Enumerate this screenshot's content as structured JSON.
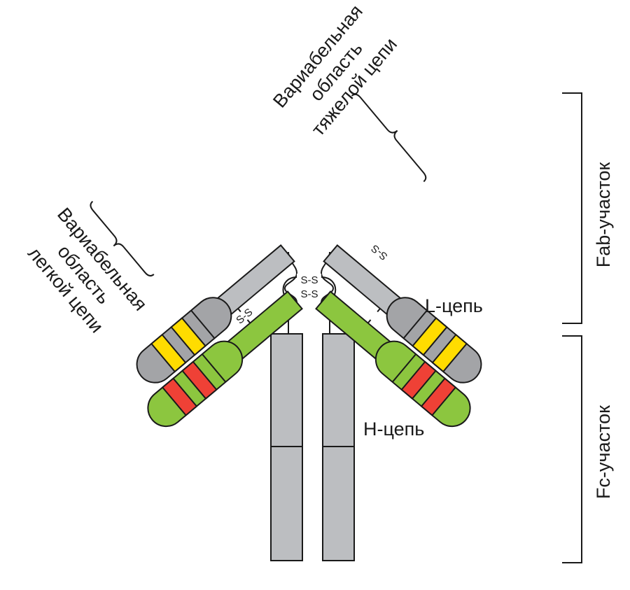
{
  "diagram": {
    "labels": {
      "variable_heavy": [
        "Вариабельная",
        "область",
        "тяжелой цепи"
      ],
      "variable_light": [
        "Вариабельная",
        "область",
        "легкой цепи"
      ],
      "l_chain": "L-цепь",
      "h_chain": "H-цепь",
      "fab": "Fab-участок",
      "fc": "Fc-участок",
      "disulfide": "S-S"
    },
    "colors": {
      "heavy_chain": "#bcbec1",
      "heavy_variable": "#a3a4a7",
      "light_chain": "#8cc63f",
      "hypervariable_heavy": "#ffdc00",
      "hypervariable_light": "#ef4136",
      "outline": "#1a1a1a"
    }
  }
}
